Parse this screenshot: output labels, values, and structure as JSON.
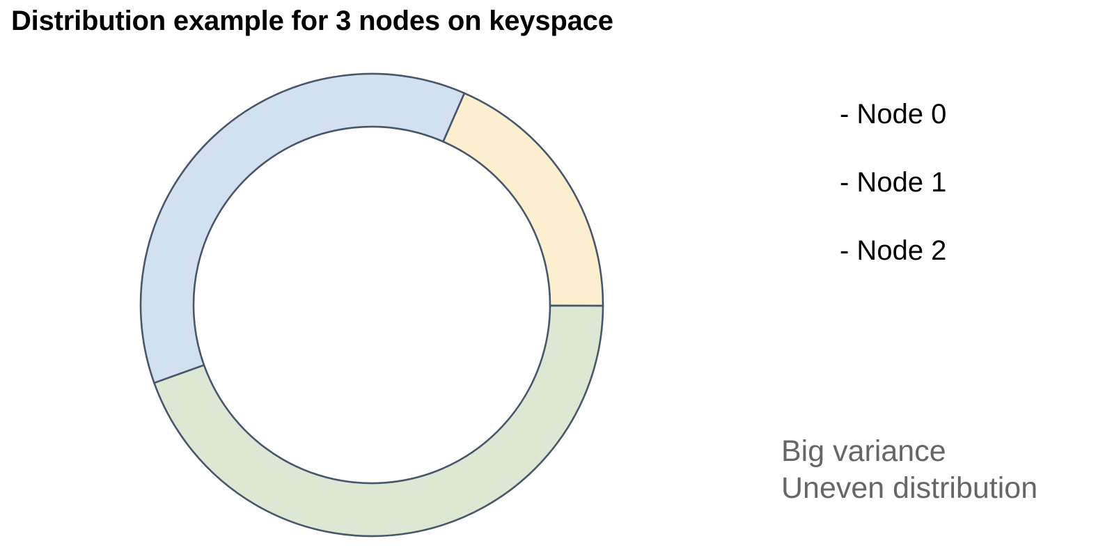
{
  "chart_data": {
    "type": "pie",
    "variant": "donut",
    "title": "Distribution example for 3 nodes on keyspace",
    "xlabel": "",
    "ylabel": "",
    "legend_position": "right",
    "grid": false,
    "labels": [
      "Node 0",
      "Node 1",
      "Node 2"
    ],
    "legend_entries": [
      "- Node 0",
      "- Node 1",
      "- Node 2"
    ],
    "colors": [
      "#fcefcf",
      "#dce8d3",
      "#d3e0ef"
    ],
    "stroke_color": "#47566b",
    "values": [
      18.5,
      44.5,
      37.0
    ],
    "units": "percent of keyspace",
    "angles_deg": [
      66.6,
      160.1,
      133.3
    ],
    "start_angles_clockwise_from_top_deg": [
      23.6,
      90.2,
      250.3
    ],
    "inner_radius": 256,
    "outer_radius": 332,
    "center": [
      534,
      438
    ],
    "annotations": [
      "Big variance",
      "Uneven distribution"
    ]
  },
  "title": "Distribution example for 3 nodes on keyspace",
  "legend": {
    "items": [
      {
        "label": "- Node 0",
        "color": "#fcefcf",
        "swatch_name": "arc-swatch-node-0"
      },
      {
        "label": "- Node 1",
        "color": "#dce8d3",
        "swatch_name": "arc-swatch-node-1"
      },
      {
        "label": "- Node 2",
        "color": "#d3e0ef",
        "swatch_name": "arc-swatch-node-2"
      }
    ]
  },
  "notes": {
    "line1": "Big variance",
    "line2": "Uneven distribution"
  },
  "palette": {
    "node0": "#fcefcf",
    "node1": "#dce8d3",
    "node2": "#d3e0ef",
    "stroke": "#47566b",
    "note_text": "#666666",
    "title_text": "#000000",
    "background": "#ffffff"
  }
}
